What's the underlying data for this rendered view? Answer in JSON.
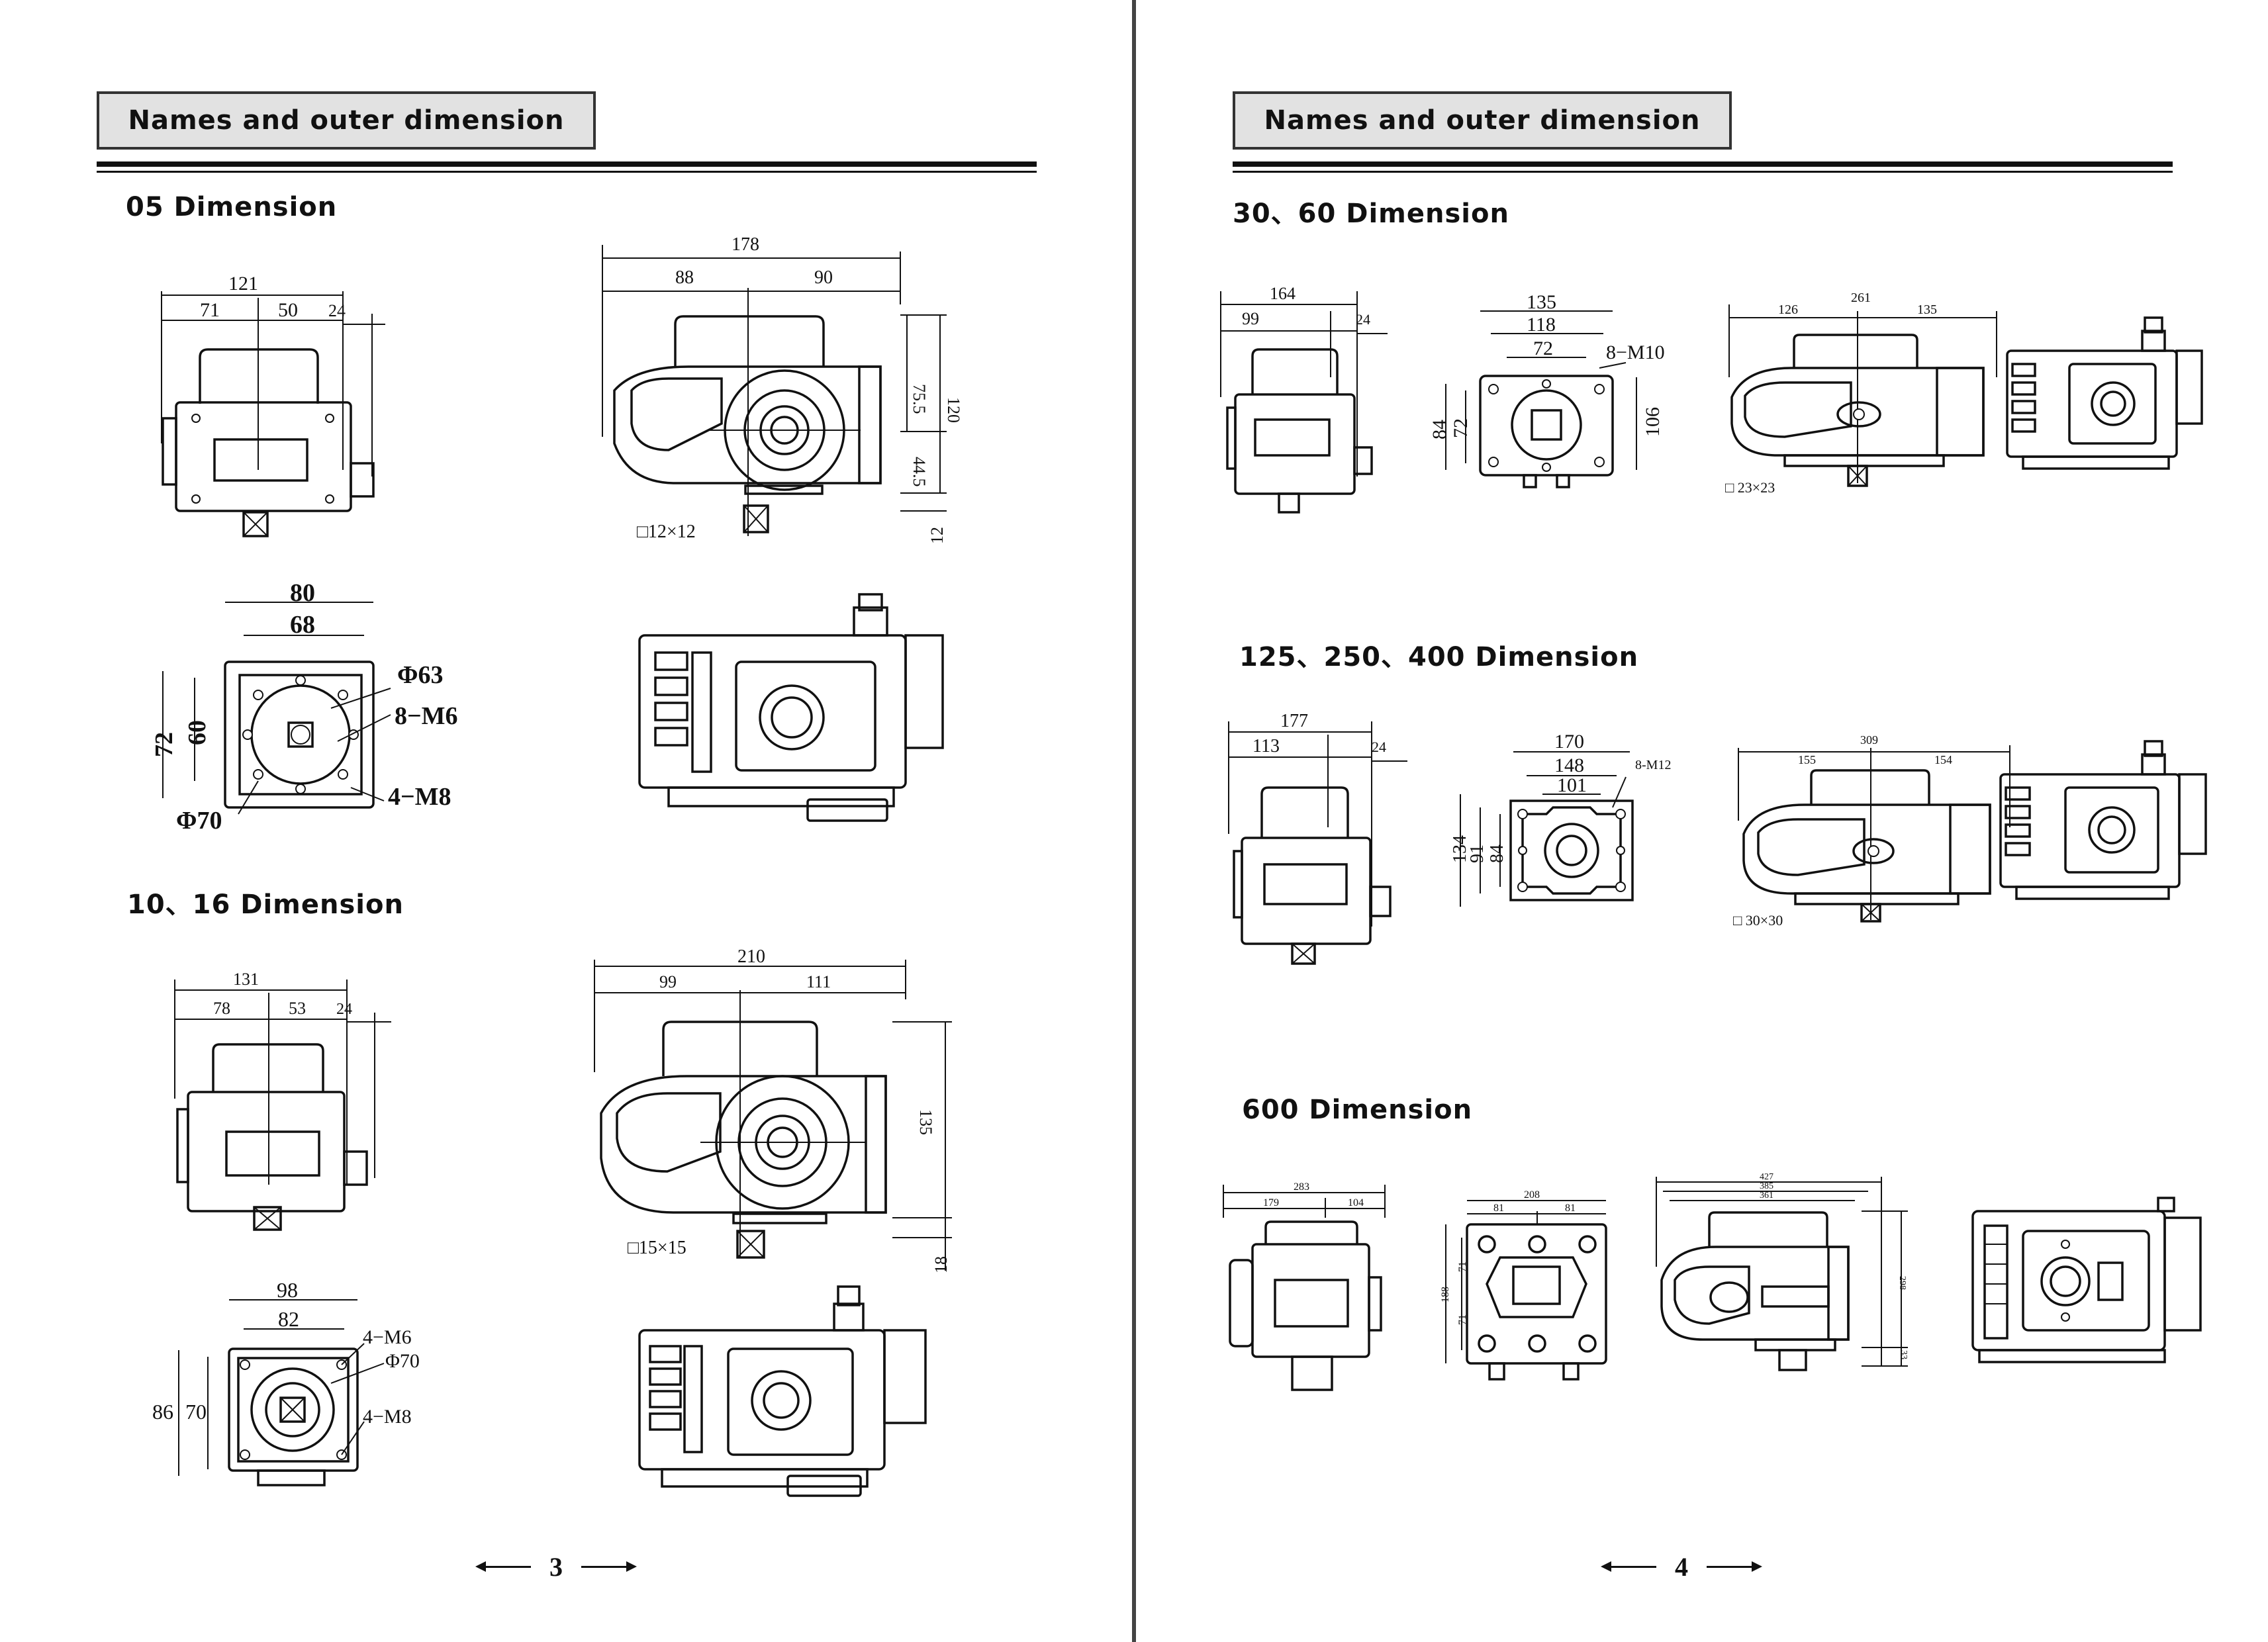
{
  "left_page": {
    "header": "Names and outer dimension",
    "sections": {
      "s05": {
        "title": "05 Dimension",
        "front": {
          "d121": "121",
          "d71": "71",
          "d50": "50",
          "d24": "24"
        },
        "side": {
          "d178": "178",
          "d88": "88",
          "d90": "90",
          "d75": "75.5",
          "d44": "44.5",
          "d120": "120",
          "d12": "12",
          "sq": "□12×12"
        },
        "flange": {
          "d80": "80",
          "d68": "68",
          "d72": "72",
          "d60": "60",
          "phi63": "Φ63",
          "m6": "8−M6",
          "m8": "4−M8",
          "phi70": "Φ70"
        }
      },
      "s10": {
        "title": "10、16   Dimension",
        "front": {
          "d131": "131",
          "d78": "78",
          "d53": "53",
          "d24": "24"
        },
        "side": {
          "d210": "210",
          "d99": "99",
          "d111": "111",
          "d135": "135",
          "d18": "18",
          "sq": "□15×15"
        },
        "flange": {
          "d98": "98",
          "d82": "82",
          "d86": "86",
          "d70": "70",
          "m6": "4−M6",
          "phi70": "Φ70",
          "m8": "4−M8"
        }
      }
    },
    "page_number": "3"
  },
  "right_page": {
    "header": "Names and outer dimension",
    "sections": {
      "s30": {
        "title": "30、60   Dimension",
        "front": {
          "d164": "164",
          "d99": "99",
          "d24": "24"
        },
        "flange": {
          "d135": "135",
          "d118": "118",
          "d72": "72",
          "m10": "8−M10",
          "d84": "84",
          "d72v": "72",
          "d106": "106"
        },
        "side": {
          "d261": "261",
          "d126": "126",
          "d135": "135",
          "sq": "□ 23×23"
        }
      },
      "s125": {
        "title": "125、250、400   Dimension",
        "front": {
          "d177": "177",
          "d113": "113",
          "d24": "24"
        },
        "flange": {
          "d170": "170",
          "d148": "148",
          "d101": "101",
          "m12": "8-M12",
          "d134": "134",
          "d91": "91",
          "d84": "84"
        },
        "side": {
          "d309": "309",
          "d155": "155",
          "d154": "154",
          "sq": "□ 30×30"
        }
      },
      "s600": {
        "title": "600   Dimension",
        "front": {
          "d283": "283",
          "d179": "179",
          "d104": "104"
        },
        "flange": {
          "d208": "208",
          "d81a": "81",
          "d81b": "81",
          "d188": "188",
          "d71a": "71",
          "d71b": "71"
        },
        "side": {
          "d427": "427",
          "d385": "385",
          "d361": "361",
          "d298": "298",
          "d33": "33"
        }
      }
    },
    "page_number": "4"
  }
}
